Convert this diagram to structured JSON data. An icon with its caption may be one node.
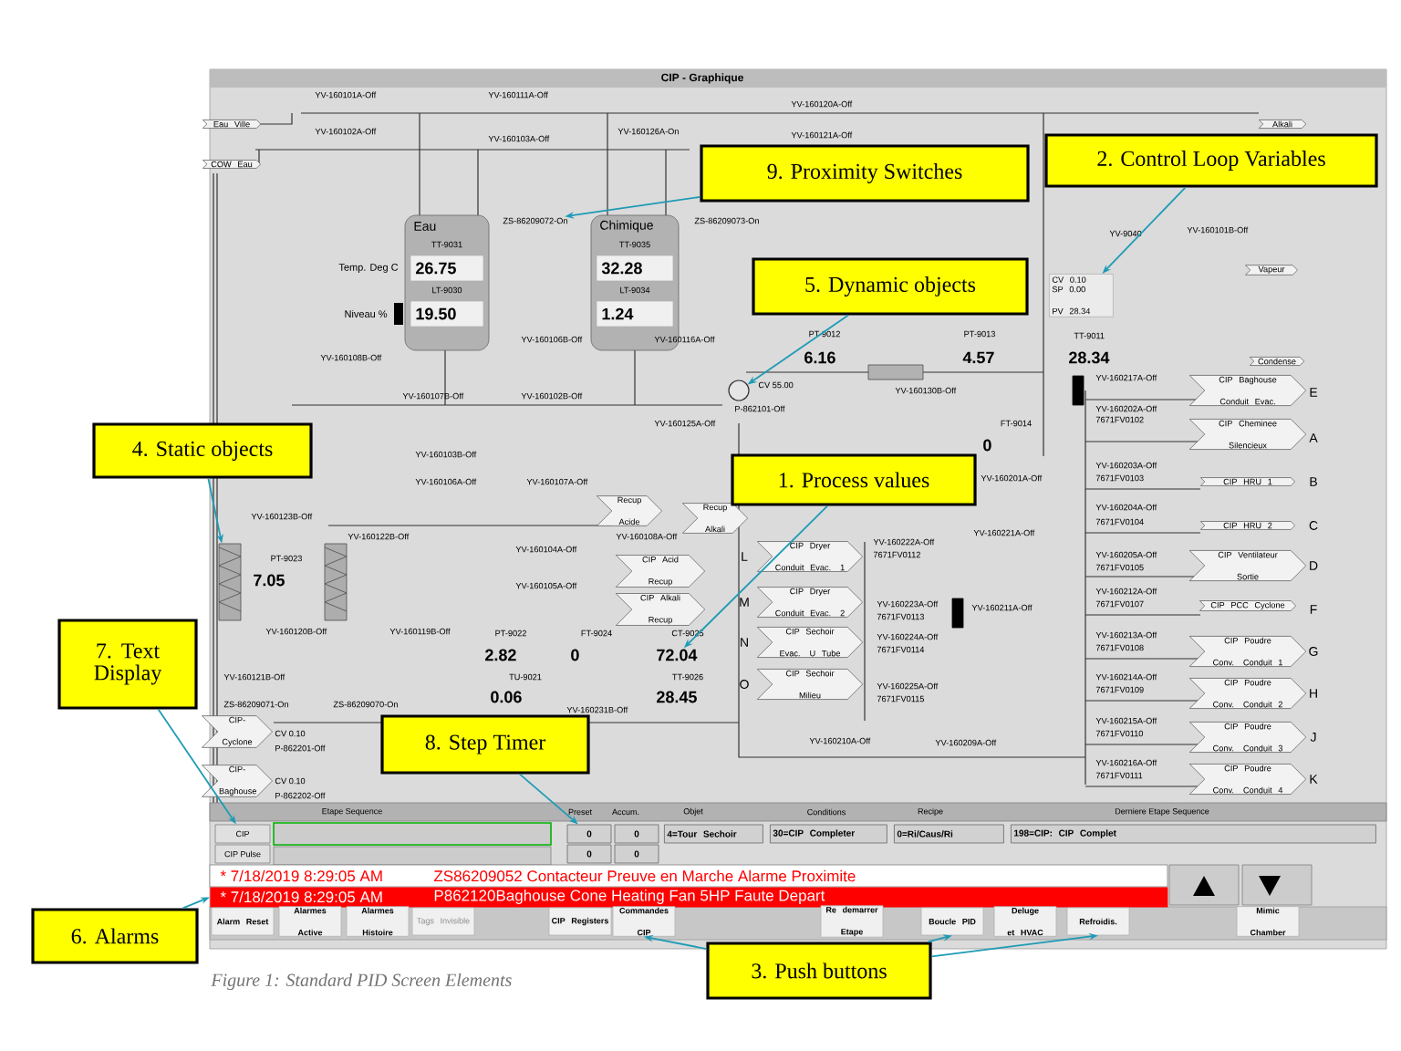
{
  "diagram": {
    "caption": "Figure 1: Standard PID Screen Elements",
    "nodes": [
      {
        "text": [
          "9. Proximity Switches"
        ]
      },
      {
        "text": [
          "2. Control Loop Variables"
        ]
      },
      {
        "text": [
          "5. Dynamic objects"
        ]
      },
      {
        "text": [
          "4. Static objects"
        ]
      },
      {
        "text": [
          "1. Process values"
        ]
      },
      {
        "text": [
          "7. Text Display"
        ]
      },
      {
        "text": [
          "8. Step Timer"
        ]
      },
      {
        "text": [
          "6. Alarms"
        ]
      },
      {
        "text": [
          "3. Push buttons"
        ]
      },
      {
        "text": [
          "ZS-86209072-On"
        ]
      },
      {
        "text": [
          "CV 0.10",
          "SP 0.00",
          "PV 28.34"
        ]
      },
      {
        "text": [],
        "shape": "circle"
      },
      {
        "text": [],
        "shape": "box"
      },
      {
        "text": [
          "72.04"
        ]
      },
      {
        "text": [
          "CIP"
        ]
      },
      {
        "text": [
          "0"
        ]
      },
      {
        "text": [
          "* 7/18/2019 8:29:05 AM",
          "P862120Baghouse Cone Heating Fan 5HP Faute Depart"
        ]
      },
      {
        "text": [
          "Commandes CIP"
        ]
      },
      {
        "text": [
          "Boucle PID"
        ]
      },
      {
        "text": [
          "Refroidis."
        ]
      },
      {
        "text": [],
        "shape": "box"
      },
      {
        "text": [
          "CIP Pulse"
        ]
      },
      {
        "text": [
          "Alarm Reset"
        ]
      },
      {
        "text": [
          "Alarmes Active"
        ]
      },
      {
        "text": [
          "Alarmes Histoire"
        ]
      },
      {
        "text": [
          "Tags Invisible"
        ]
      },
      {
        "text": [
          "CIP Registers"
        ]
      },
      {
        "text": [
          "Re demarrer Etape"
        ]
      },
      {
        "text": [
          "Deluge et HVAC"
        ]
      },
      {
        "text": [
          "Mimic Chamber"
        ]
      }
    ],
    "edges": [
      {
        "from": 0,
        "to": 9,
        "arrow": "to"
      },
      {
        "from": 1,
        "to": 10,
        "arrow": "to"
      },
      {
        "from": 2,
        "to": 11,
        "arrow": "to"
      },
      {
        "from": 3,
        "to": 12,
        "arrow": "to"
      },
      {
        "from": 4,
        "to": 13,
        "arrow": "to"
      },
      {
        "from": 5,
        "to": 14,
        "arrow": "to"
      },
      {
        "from": 6,
        "to": 15,
        "arrow": "to"
      },
      {
        "from": 7,
        "to": 16,
        "arrow": "to"
      },
      {
        "from": 8,
        "to": 17,
        "arrow": "to"
      },
      {
        "from": 8,
        "to": 18,
        "arrow": "to"
      },
      {
        "from": 8,
        "to": 19,
        "arrow": "to"
      }
    ],
    "labels": [
      "CIP - Graphique",
      "YV-160101A-Off",
      "YV-160111A-Off",
      "YV-160120A-Off",
      "Eau Ville",
      "YV-160102A-Off",
      "YV-160126A-On",
      "Alkali",
      "YV-160103A-Off",
      "YV-160121A-Off",
      "COW Eau",
      "Eau",
      "Chimique",
      "ZS-86209073-On",
      "YV-9040",
      "YV-160101B-Off",
      "TT-9031",
      "TT-9035",
      "Temp. Deg C",
      "26.75",
      "32.28",
      "Vapeur",
      "LT-9030",
      "LT-9034",
      "Niveau %",
      "19.50",
      "1.24",
      "PT-9012",
      "PT-9013",
      "TT-9011",
      "YV-160106B-Off",
      "YV-160116A-Off",
      "6.16",
      "4.57",
      "28.34",
      "YV-160108B-Off",
      "Condense",
      "YV-160217A-Off",
      "CV 55.00",
      "YV-160107B-Off",
      "YV-160102B-Off",
      "YV-160130B-Off",
      "CIP Baghouse Conduit Evac.",
      "E",
      "P-862101-Off",
      "YV-160202A-Off",
      "7671FV0102",
      "YV-160125A-Off",
      "FT-9014",
      "CIP Cheminee Silencieux",
      "A",
      "0",
      "YV-160103B-Off",
      "YV-160203A-Off",
      "YV-160106A-Off",
      "YV-160107A-Off",
      "YV-160201A-Off",
      "7671FV0103",
      "CIP HRU 1",
      "B",
      "Recup Acide",
      "Recup Alkali",
      "YV-160204A-Off",
      "YV-160123B-Off",
      "7671FV0104",
      "CIP HRU 2",
      "C",
      "YV-160221A-Off",
      "YV-160122B-Off",
      "YV-160108A-Off",
      "YV-160222A-Off",
      "YV-160104A-Off",
      "L",
      "CIP Dryer Conduit Evac. 1",
      "7671FV0112",
      "YV-160205A-Off",
      "PT-9023",
      "CIP Acid Recup",
      "7671FV0105",
      "CIP Ventilateur Sortie",
      "D",
      "7.05",
      "YV-160105A-Off",
      "YV-160212A-Off",
      "CIP Alkali Recup",
      "M",
      "CIP Dryer Conduit Evac. 2",
      "YV-160223A-Off",
      "YV-160211A-Off",
      "7671FV0107",
      "CIP PCC Cyclone",
      "F",
      "7671FV0113",
      "YV-160120B-Off",
      "YV-160119B-Off",
      "PT-9022",
      "FT-9024",
      "CT-9025",
      "YV-160224A-Off",
      "YV-160213A-Off",
      "N",
      "CIP Sechoir Evac. U Tube",
      "7671FV0114",
      "7671FV0108",
      "CIP Poudre Conv. Conduit 1",
      "G",
      "2.82",
      "0",
      "YV-160121B-Off",
      "TU-9021",
      "TT-9026",
      "YV-160214A-Off",
      "O",
      "CIP Sechoir Milieu",
      "YV-160225A-Off",
      "7671FV0109",
      "CIP Poudre Conv. Conduit 2",
      "H",
      "0.06",
      "28.45",
      "7671FV0115",
      "ZS-86209071-On",
      "ZS-86209070-On",
      "YV-160231B-Off",
      "YV-160215A-Off",
      "CIP- Cyclone",
      "CV 0.10",
      "YV-160210A-Off",
      "YV-160209A-Off",
      "7671FV0110",
      "CIP Poudre Conv. Conduit 3",
      "J",
      "P-862201-Off",
      "YV-160216A-Off",
      "7671FV0111",
      "CIP Poudre Conv. Conduit 4",
      "K",
      "CIP- Baghouse",
      "CV 0.10",
      "P-862202-Off",
      "Etape Sequence",
      "Preset",
      "Accum.",
      "Objet",
      "Conditions",
      "Recipe",
      "Derniere Etape Sequence",
      "0",
      "4=Tour Sechoir",
      "30=CIP Completer",
      "0=Ri/Caus/Ri",
      "198=CIP: CIP Complet",
      "0",
      "0",
      "* 7/18/2019 8:29:05 AM",
      "ZS86209052 Contacteur Preuve en Marche Alarme Proximite"
    ]
  }
}
